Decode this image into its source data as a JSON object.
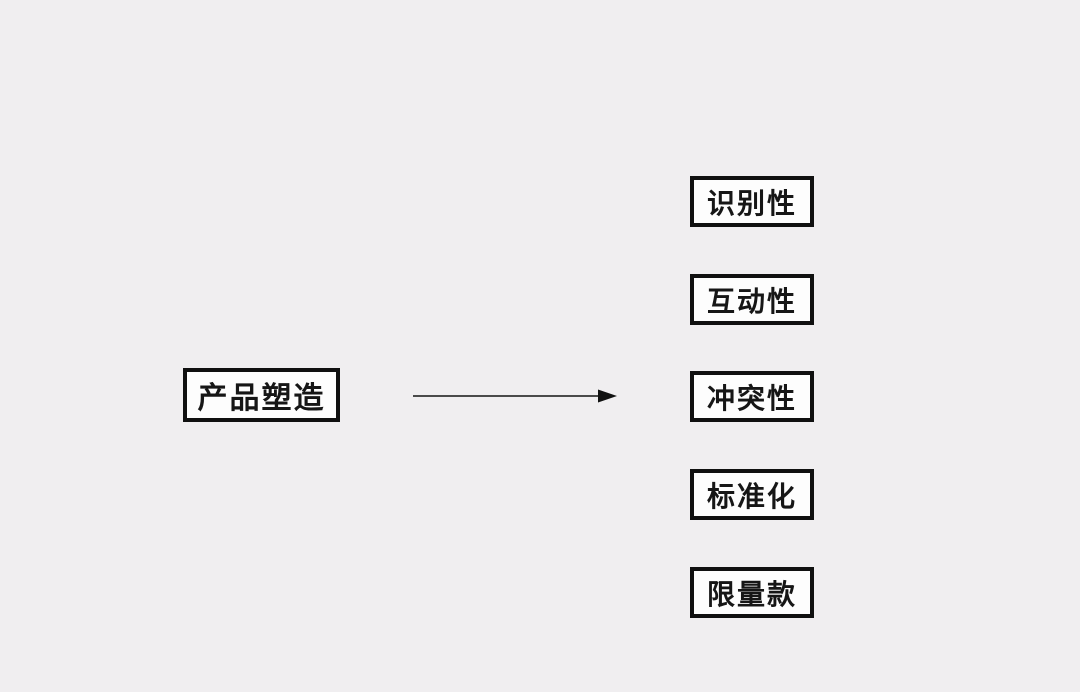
{
  "diagram": {
    "source_node": {
      "label": "产品塑造"
    },
    "arrow": {
      "direction": "right"
    },
    "target_nodes": [
      {
        "label": "识别性"
      },
      {
        "label": "互动性"
      },
      {
        "label": "冲突性"
      },
      {
        "label": "标准化"
      },
      {
        "label": "限量款"
      }
    ],
    "colors": {
      "background": "#f0eef0",
      "box_background": "#fdfdfd",
      "box_border": "#101010",
      "text": "#161616",
      "arrow_line": "#4a4a4a",
      "arrow_head": "#111111"
    }
  }
}
